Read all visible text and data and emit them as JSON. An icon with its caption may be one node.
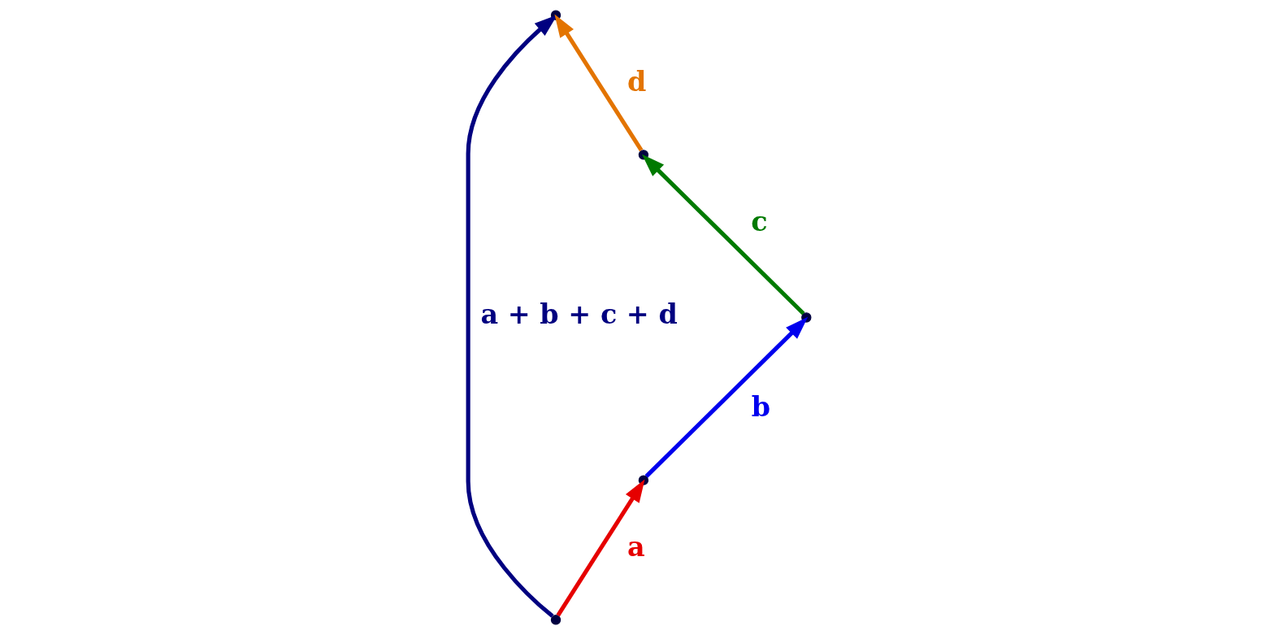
{
  "diagram": {
    "nodes": [
      {
        "text": [],
        "shape": "point"
      },
      {
        "text": [],
        "shape": "point"
      },
      {
        "text": [],
        "shape": "point"
      },
      {
        "text": [],
        "shape": "point"
      },
      {
        "text": [],
        "shape": "point"
      }
    ],
    "edges": [
      {
        "from": 0,
        "to": 2,
        "arrow": "to",
        "label": "a",
        "color": "#e60000"
      },
      {
        "from": 2,
        "to": 4,
        "arrow": "to",
        "label": "b",
        "color": "#0000ee"
      },
      {
        "from": 4,
        "to": 3,
        "arrow": "to",
        "label": "c",
        "color": "#007a00"
      },
      {
        "from": 3,
        "to": 1,
        "arrow": "to",
        "label": "d",
        "color": "#e37400"
      },
      {
        "from": 0,
        "to": 1,
        "arrow": "to",
        "label": "a + b + c + d",
        "color": "#000080"
      }
    ]
  }
}
